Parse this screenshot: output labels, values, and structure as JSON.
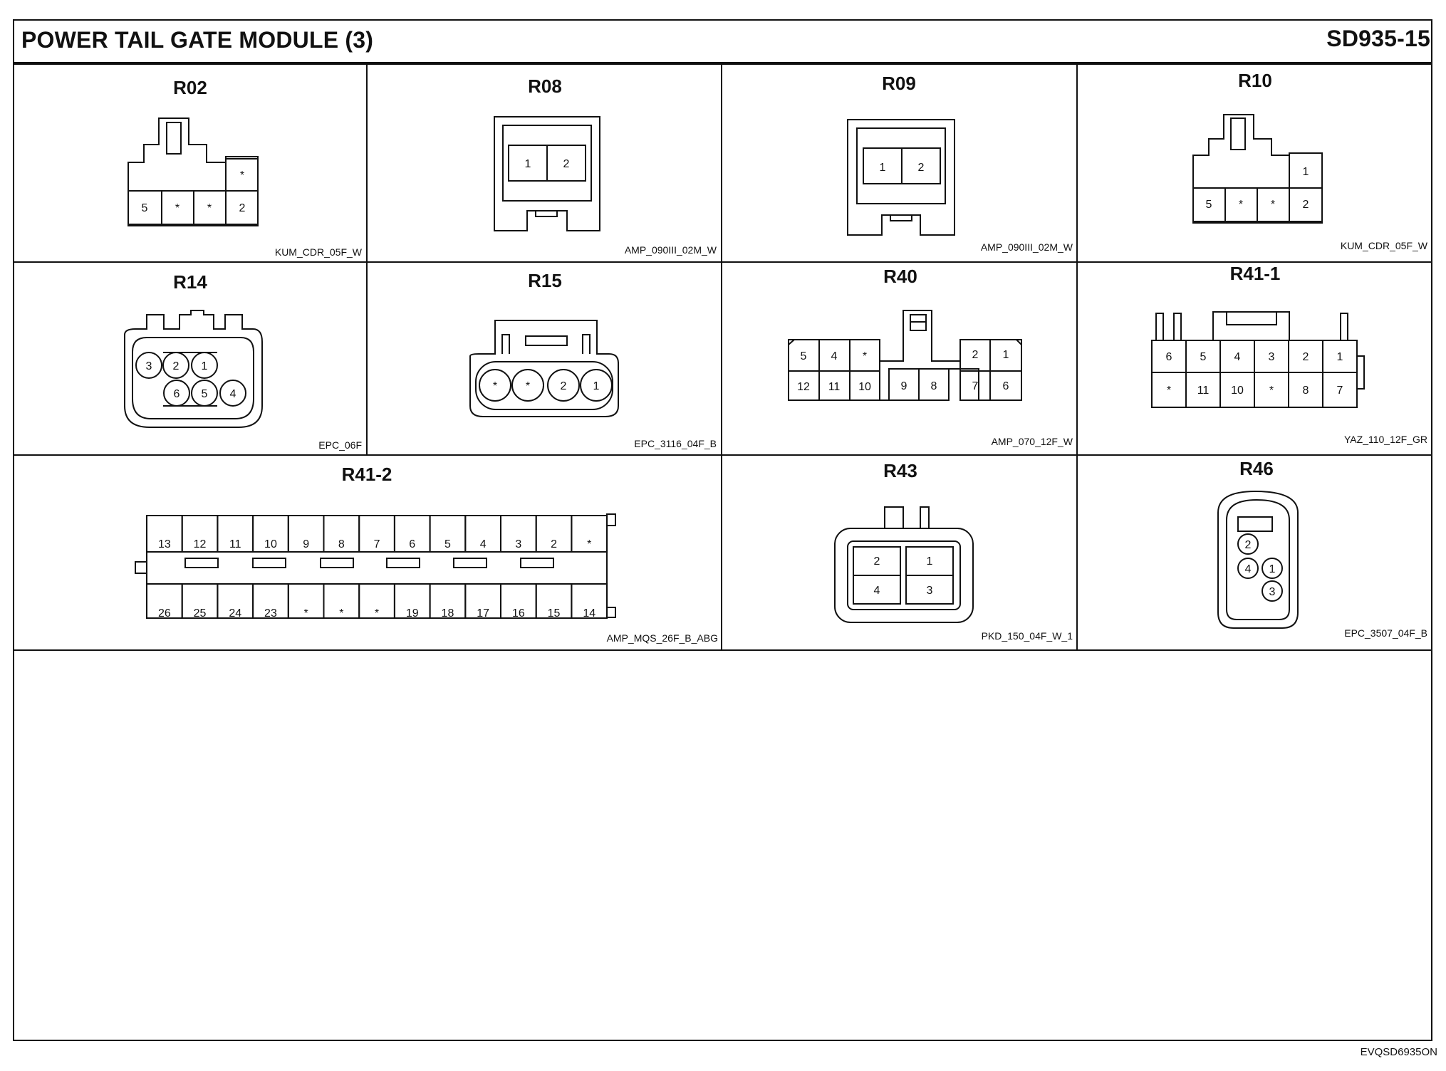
{
  "header": {
    "title": "POWER TAIL GATE MODULE (3)",
    "doc_id": "SD935-15"
  },
  "footer": {
    "code": "EVQSD6935ON"
  },
  "connectors": [
    {
      "id": "R02",
      "code": "KUM_CDR_05F_W",
      "pins": [
        "*",
        "5",
        "*",
        "*",
        "2"
      ]
    },
    {
      "id": "R08",
      "code": "AMP_090III_02M_W",
      "pins": [
        "1",
        "2"
      ]
    },
    {
      "id": "R09",
      "code": "AMP_090III_02M_W",
      "pins": [
        "1",
        "2"
      ]
    },
    {
      "id": "R10",
      "code": "KUM_CDR_05F_W",
      "pins": [
        "1",
        "5",
        "*",
        "*",
        "2"
      ]
    },
    {
      "id": "R14",
      "code": "EPC_06F",
      "pins": [
        "3",
        "2",
        "1",
        "6",
        "5",
        "4"
      ]
    },
    {
      "id": "R15",
      "code": "EPC_3116_04F_B",
      "pins": [
        "*",
        "*",
        "2",
        "1"
      ]
    },
    {
      "id": "R40",
      "code": "AMP_070_12F_W",
      "pins": [
        "5",
        "4",
        "*",
        "2",
        "1",
        "12",
        "11",
        "10",
        "9",
        "8",
        "7",
        "6"
      ]
    },
    {
      "id": "R41-1",
      "code": "YAZ_110_12F_GR",
      "pins": [
        "6",
        "5",
        "4",
        "3",
        "2",
        "1",
        "*",
        "11",
        "10",
        "*",
        "8",
        "7"
      ]
    },
    {
      "id": "R41-2",
      "code": "AMP_MQS_26F_B_ABG",
      "pins": [
        "13",
        "12",
        "11",
        "10",
        "9",
        "8",
        "7",
        "6",
        "5",
        "4",
        "3",
        "2",
        "*",
        "26",
        "25",
        "24",
        "23",
        "*",
        "*",
        "*",
        "19",
        "18",
        "17",
        "16",
        "15",
        "14"
      ]
    },
    {
      "id": "R43",
      "code": "PKD_150_04F_W_1",
      "pins": [
        "2",
        "1",
        "4",
        "3"
      ]
    },
    {
      "id": "R46",
      "code": "EPC_3507_04F_B",
      "pins": [
        "2",
        "4",
        "1",
        "3"
      ]
    }
  ]
}
